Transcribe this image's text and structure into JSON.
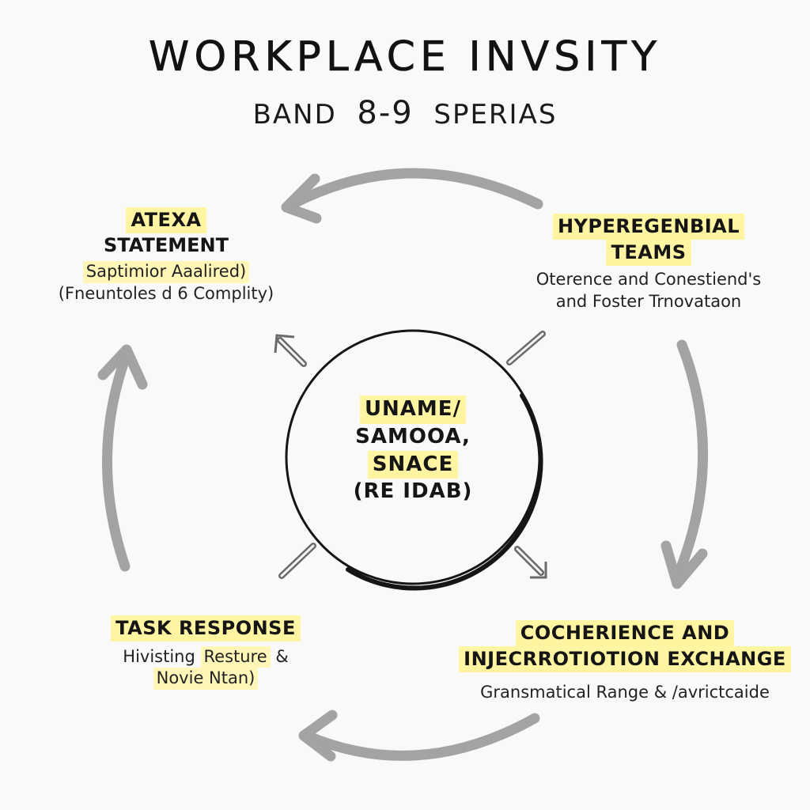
{
  "header": {
    "title": "WORKPLACE INVSITY",
    "subtitle_prefix": "BAND",
    "subtitle_number": "8-9",
    "subtitle_suffix": "SPERIAS"
  },
  "center": {
    "line1": "UNAME/",
    "line2": "SAMOOA,",
    "line3": "SNACE",
    "line4": "(RE IDAB)"
  },
  "top_left": {
    "heading1": "ATEXA",
    "heading2": "STATEMENT",
    "line1": "Saptimior Aaalired)",
    "line2": "(Fneuntoles d 6 Complity)"
  },
  "top_right": {
    "heading1": "HYPEREGENBIAL",
    "heading2": "TEAMS",
    "line1": "Oterence and Conestiend's",
    "line2": "and Foster Trnovataon"
  },
  "bottom_left": {
    "heading": "TASK RESPONSE",
    "line1_a": "Hivisting ",
    "line1_b": "Resture",
    "line1_c": " &",
    "line2": "Novie Ntan)"
  },
  "bottom_right": {
    "heading1": "COCHERIENCE AND",
    "heading2": "INJECRROTIOTION EXCHANGE",
    "line1": "Gransmatical Range & /аvrictcaide"
  },
  "colors": {
    "highlight": "#fff6a3",
    "arrow": "#a3a3a3",
    "ink": "#151515"
  }
}
